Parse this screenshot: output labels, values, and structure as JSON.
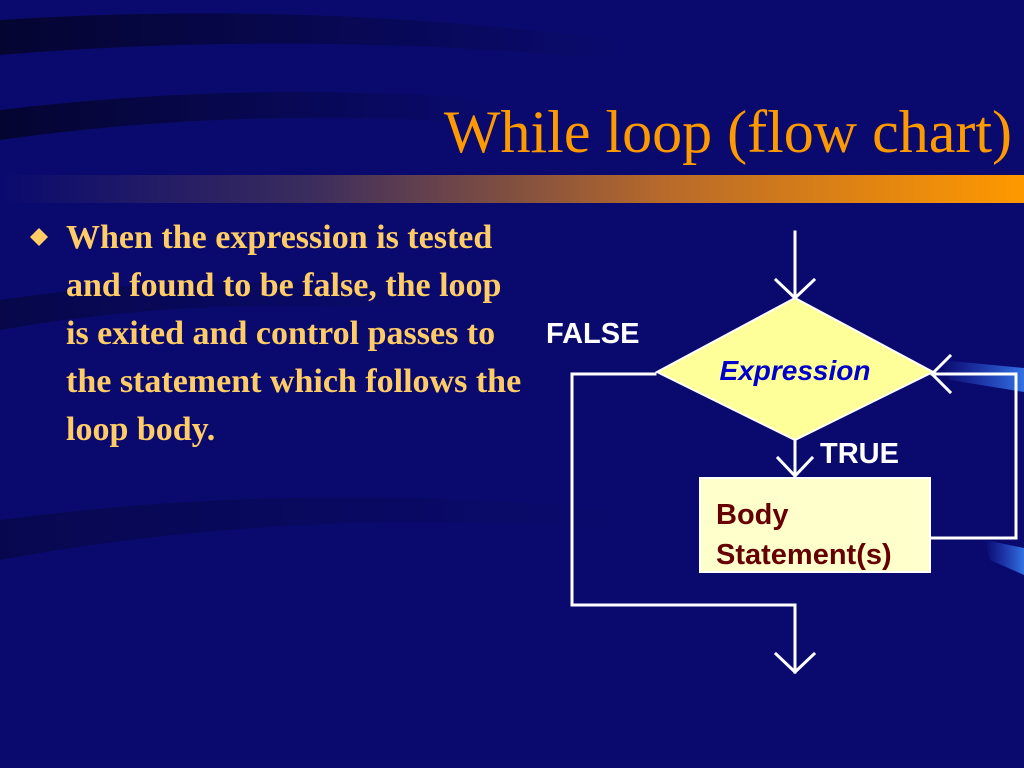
{
  "slide": {
    "title": "While loop (flow chart)",
    "bullet": "When the expression is tested and found to be false, the loop is exited and control passes to the statement which follows the loop body."
  },
  "flowchart": {
    "decision_label": "Expression",
    "false_label": "FALSE",
    "true_label": "TRUE",
    "body_line1": "Body",
    "body_line2": "Statement(s)"
  },
  "colors": {
    "background": "#0a0a6e",
    "title": "#ff9900",
    "bullet_text": "#ffcc66",
    "decision_fill": "#ffff99",
    "body_fill": "#ffffcc",
    "body_text": "#660000",
    "expression_text": "#0000cc"
  }
}
